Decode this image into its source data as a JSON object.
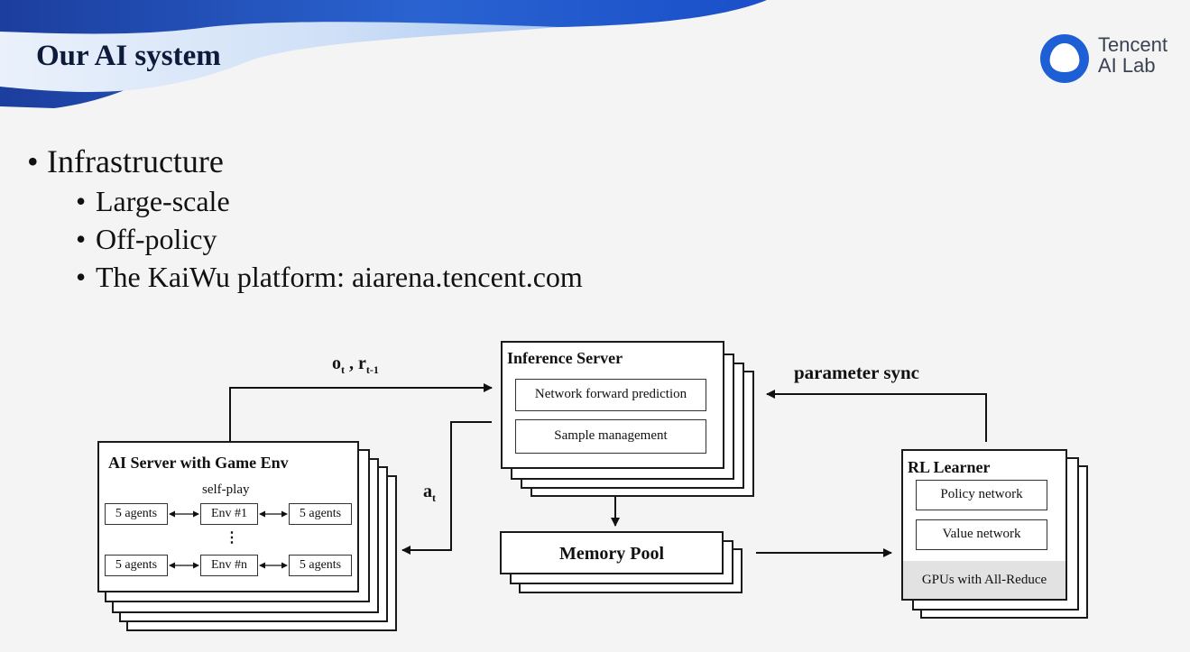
{
  "slide": {
    "title": "Our AI system",
    "logo": {
      "line1": "Tencent",
      "line2": "AI Lab",
      "icon": "tencent-ai-lab-logo-icon"
    }
  },
  "bullets": [
    {
      "text": "Infrastructure",
      "level": 1
    },
    {
      "text": "Large-scale",
      "level": 2
    },
    {
      "text": "Off-policy",
      "level": 2
    },
    {
      "text": "The KaiWu platform: aiarena.tencent.com",
      "level": 2
    }
  ],
  "diagram": {
    "ai_server": {
      "title": "AI Server with Game Env",
      "self_play": "self-play",
      "agents_label": "5 agents",
      "env1": "Env #1",
      "envn": "Env #n",
      "dots": "⋮"
    },
    "inference_server": {
      "title": "Inference Server",
      "items": [
        "Network forward prediction",
        "Sample management"
      ]
    },
    "memory_pool": {
      "title": "Memory Pool"
    },
    "rl_learner": {
      "title": "RL Learner",
      "items": [
        "Policy network",
        "Value network"
      ],
      "footer": "GPUs with All-Reduce"
    },
    "edges": {
      "obs_o": "o",
      "obs_o_sub": "t",
      "obs_sep": " , ",
      "obs_r": "r",
      "obs_r_sub": "t-1",
      "action": "a",
      "action_sub": "t",
      "param_sync": "parameter sync"
    }
  },
  "colors": {
    "wave_dark": "#1a3fa8",
    "wave_light": "#7fb0ee",
    "logo_blue": "#1f5fd6"
  }
}
